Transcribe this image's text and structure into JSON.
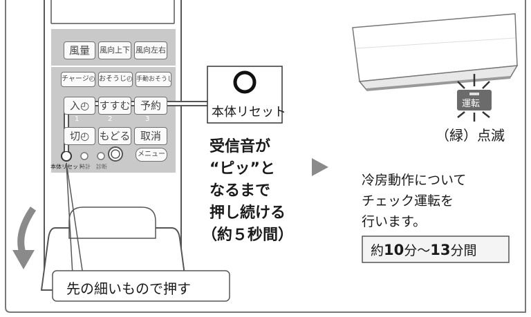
{
  "remote": {
    "row1": [
      "風量",
      "風向上下",
      "風向左右"
    ],
    "row2": [
      "チャージ◴",
      "おそうじ◴",
      "手動おそうじ"
    ],
    "row3": [
      "入◴",
      "すすむ",
      "予約"
    ],
    "row3_numbers": [
      "1",
      "2",
      "3"
    ],
    "row4": [
      "切◴",
      "もどる",
      "取消"
    ],
    "small_labels": [
      "本体リセット",
      "時計",
      "診断"
    ],
    "menu_label": "メニュー"
  },
  "callout": {
    "reset_label": "本体リセット"
  },
  "instruction": {
    "lines": [
      "受信音が",
      "“ピッ”と",
      "なるまで",
      "押し続ける",
      "（約５秒間）"
    ]
  },
  "tip_label": "先の細いもので押す",
  "indicator": {
    "label": "運転",
    "status": "（緑）点滅"
  },
  "result": {
    "lines": [
      "冷房動作について",
      "チェック運転を",
      "行います。"
    ],
    "duration": {
      "prefix": "約",
      "n1": "10",
      "mid": "分〜",
      "n2": "13",
      "suffix": "分間"
    }
  },
  "colors": {
    "outline": "#555555",
    "panel_gray": "#c9c9c9",
    "arrow_gray": "#8a8a8a",
    "indicator_bg": "#6b6b6b"
  }
}
